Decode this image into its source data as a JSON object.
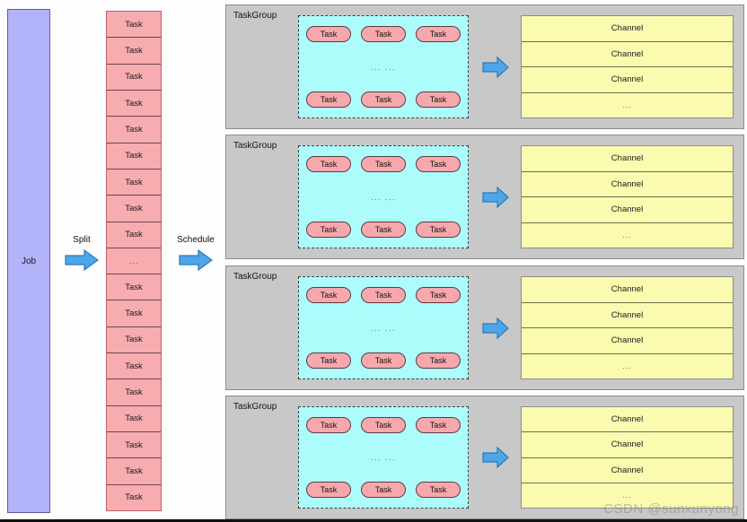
{
  "diagram": {
    "job": {
      "label": "Job"
    },
    "flows": [
      {
        "name": "split",
        "label": "Split",
        "icon": "right-arrow-icon"
      },
      {
        "name": "schedule",
        "label": "Schedule",
        "icon": "right-arrow-icon"
      }
    ],
    "task_list": {
      "cells": [
        "Task",
        "Task",
        "Task",
        "Task",
        "Task",
        "Task",
        "Task",
        "Task",
        "Task",
        "...",
        "Task",
        "Task",
        "Task",
        "Task",
        "Task",
        "Task",
        "Task",
        "Task",
        "Task"
      ],
      "ellipsis_index": 9
    },
    "task_groups": [
      {
        "title": "TaskGroup",
        "top_tasks": [
          "Task",
          "Task",
          "Task"
        ],
        "ellipsis": "... ...",
        "bottom_tasks": [
          "Task",
          "Task",
          "Task"
        ],
        "arrow_icon": "right-arrow-icon",
        "channels": [
          "Channel",
          "Channel",
          "Channel",
          "..."
        ]
      },
      {
        "title": "TaskGroup",
        "top_tasks": [
          "Task",
          "Task",
          "Task"
        ],
        "ellipsis": "... ...",
        "bottom_tasks": [
          "Task",
          "Task",
          "Task"
        ],
        "arrow_icon": "right-arrow-icon",
        "channels": [
          "Channel",
          "Channel",
          "Channel",
          "..."
        ]
      },
      {
        "title": "TaskGroup",
        "top_tasks": [
          "Task",
          "Task",
          "Task"
        ],
        "ellipsis": "... ...",
        "bottom_tasks": [
          "Task",
          "Task",
          "Task"
        ],
        "arrow_icon": "right-arrow-icon",
        "channels": [
          "Channel",
          "Channel",
          "Channel",
          "..."
        ]
      },
      {
        "title": "TaskGroup",
        "top_tasks": [
          "Task",
          "Task",
          "Task"
        ],
        "ellipsis": "... ...",
        "bottom_tasks": [
          "Task",
          "Task",
          "Task"
        ],
        "arrow_icon": "right-arrow-icon",
        "channels": [
          "Channel",
          "Channel",
          "Channel",
          "..."
        ]
      }
    ],
    "watermark": "CSDN @sunxunyong",
    "colors": {
      "job_fill": "#b3b3fa",
      "task_fill": "#f7acb0",
      "taskgroup_fill": "#c8c8c8",
      "taskgroup_inner_fill": "#adfcfc",
      "channel_fill": "#fbfbb0",
      "arrow_fill": "#4ea6ea",
      "arrow_stroke": "#2b79b8"
    }
  }
}
